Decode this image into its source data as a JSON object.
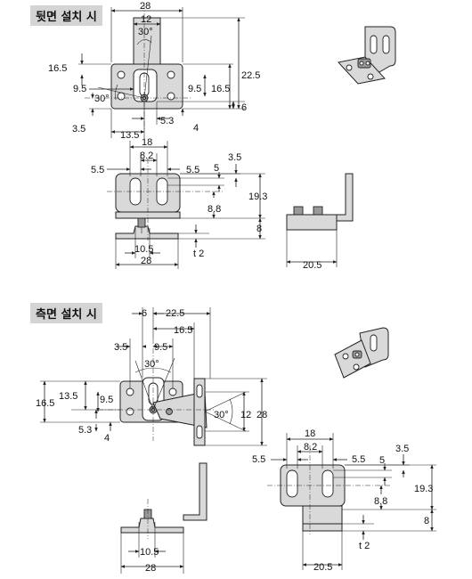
{
  "sections": {
    "rear": {
      "title": "뒷면 설치 시"
    },
    "side": {
      "title": "측면 설치 시"
    }
  },
  "rear_top": {
    "d28": "28",
    "d12": "12",
    "a30": "30°",
    "d16_5": "16.5",
    "d22_5": "22.5",
    "d9_5_left": "9.5",
    "d9_5_right": "9.5",
    "d16_5_right": "16.5",
    "a30_left": "30°",
    "d6": "6",
    "d5_3": "5.3",
    "d3_5": "3.5",
    "d13_5": "13.5",
    "d4": "4"
  },
  "rear_front": {
    "d18": "18",
    "d8_2": "8.2",
    "d5_5_left": "5.5",
    "d5_5_right": "5.5",
    "d5": "5",
    "d3_5": "3.5",
    "d19_3": "19.3",
    "d8_8": "8.8",
    "d8": "8",
    "d10_5": "10.5",
    "d28": "28",
    "t2": "t 2",
    "d20_5": "20.5"
  },
  "side_top": {
    "d6": "6",
    "d22_5": "22.5",
    "d16_5_top": "16.5",
    "d3_5": "3.5",
    "d9_5_top": "9.5",
    "a30_top": "30°",
    "d16_5_left": "16.5",
    "d13_5": "13.5",
    "d9_5_left": "9.5",
    "a30_right": "30°",
    "d12": "12",
    "d28": "28",
    "d5_3": "5.3",
    "d4": "4"
  },
  "side_front": {
    "d18": "18",
    "d8_2": "8.2",
    "d5_5_left": "5.5",
    "d5_5_right": "5.5",
    "d5": "5",
    "d3_5": "3.5",
    "d19_3": "19.3",
    "d8_8": "8.8",
    "d8": "8",
    "d10_5": "10.5",
    "d28": "28",
    "t2": "t 2",
    "d20_5": "20.5"
  },
  "icons": [
    "bracket-3d-icon",
    "bracket-3d-icon"
  ]
}
